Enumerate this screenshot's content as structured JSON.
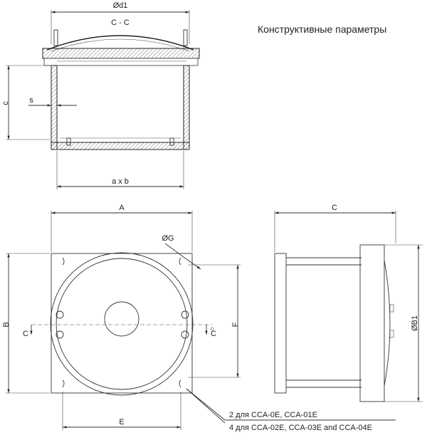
{
  "heading": "Конструктивные параметры",
  "section_view": {
    "diameter_label": "Ød1",
    "section_label": "C - C",
    "height_label": "c",
    "wall_label": "s",
    "base_label": "a x b"
  },
  "front_view": {
    "width_label": "A",
    "height_label": "B",
    "hole_label": "ØG",
    "mount_height_label": "F",
    "mount_width_label": "E",
    "cut_left_label": "C",
    "cut_right_label": "C"
  },
  "side_view": {
    "depth_label": "C",
    "diameter_label": "ØB1"
  },
  "notes": [
    "2 для CCA-0E, CCA-01E",
    "4 для CCA-02E, CCA-03E and CCA-04E"
  ]
}
